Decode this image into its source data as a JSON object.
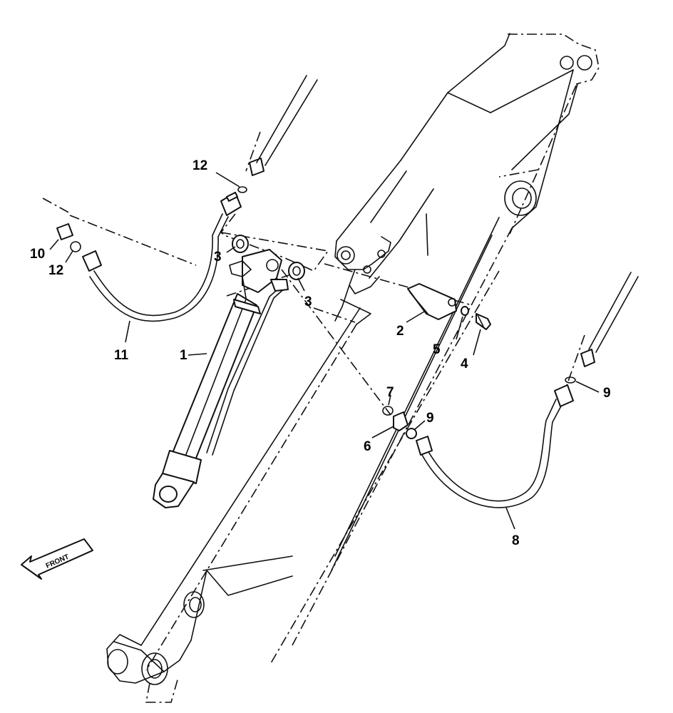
{
  "callouts": [
    {
      "id": "c1",
      "label": "1"
    },
    {
      "id": "c2",
      "label": "2"
    },
    {
      "id": "c3a",
      "label": "3"
    },
    {
      "id": "c3b",
      "label": "3"
    },
    {
      "id": "c4",
      "label": "4"
    },
    {
      "id": "c5",
      "label": "5"
    },
    {
      "id": "c6",
      "label": "6"
    },
    {
      "id": "c7",
      "label": "7"
    },
    {
      "id": "c8",
      "label": "8"
    },
    {
      "id": "c9a",
      "label": "9"
    },
    {
      "id": "c9b",
      "label": "9"
    },
    {
      "id": "c10",
      "label": "10"
    },
    {
      "id": "c11",
      "label": "11"
    },
    {
      "id": "c12a",
      "label": "12"
    },
    {
      "id": "c12b",
      "label": "12"
    }
  ],
  "front_arrow": {
    "label": "FRONT",
    "icon": "front-arrow-icon"
  }
}
